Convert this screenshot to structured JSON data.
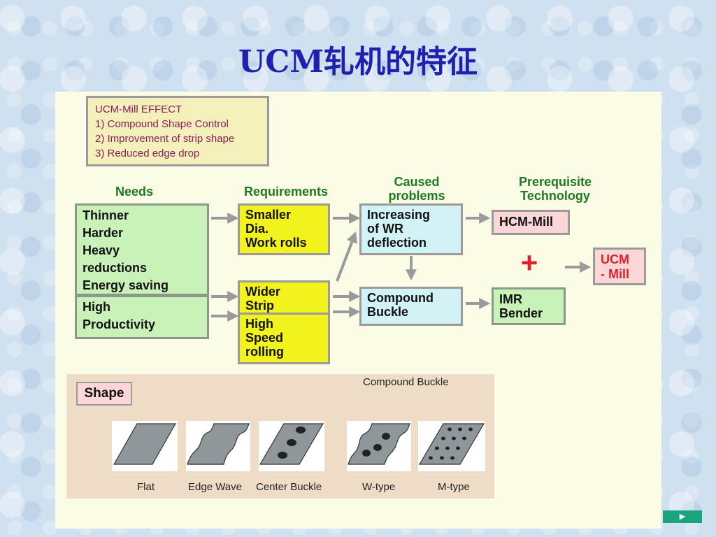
{
  "title": "UCM轧机的特征",
  "effect": {
    "heading": "UCM-Mill EFFECT",
    "items": [
      "1) Compound Shape Control",
      "2) Improvement of strip shape",
      "3) Reduced edge drop"
    ]
  },
  "columns": {
    "needs": "Needs",
    "requirements": "Requirements",
    "caused_problems": "Caused\nproblems",
    "prerequisite": "Prerequisite\nTechnology"
  },
  "needs": {
    "top": "Thinner\nHarder\nHeavy\nreductions\nEnergy saving",
    "bottom": "High\nProductivity"
  },
  "requirements": {
    "smaller": "Smaller\nDia.\nWork rolls",
    "wider": "Wider\nStrip",
    "speed": "High\nSpeed\nrolling"
  },
  "problems": {
    "deflection": "Increasing\nof WR\ndeflection",
    "buckle": "Compound\nBuckle"
  },
  "technology": {
    "hcm": "HCM-Mill",
    "imr": "IMR\nBender",
    "plus": "+",
    "result": "UCM\n- Mill"
  },
  "shape": {
    "tag": "Shape",
    "compound_label": "Compound Buckle",
    "captions": [
      "Flat",
      "Edge Wave",
      "Center Buckle",
      "W-type",
      "M-type"
    ]
  },
  "colors": {
    "title": "#1f1fb0",
    "header_green": "#1d7a20",
    "effect_text": "#8a1e5a",
    "ucm_red": "#e0202a",
    "arrow_gray": "#9a9a9a"
  },
  "nav": {
    "next_icon": "play-next-icon",
    "label": "▶"
  }
}
